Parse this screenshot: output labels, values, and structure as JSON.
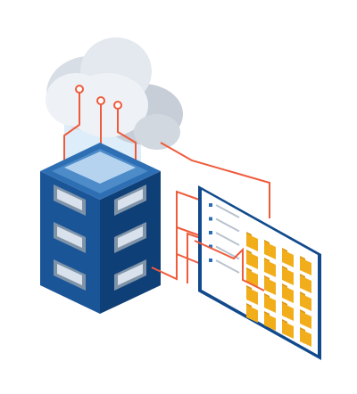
{
  "illustration": {
    "subject": "cloud-server-file-sync",
    "icons": {
      "cloud": "cloud-icon",
      "server": "server-rack-icon",
      "panel": "file-browser-panel-icon",
      "folder": "folder-icon",
      "connector": "circuit-line-icon"
    },
    "server_units": 3,
    "panel_list_rows": 5,
    "folder_count": 20,
    "colors": {
      "background": "#ffffff",
      "cloud_light": "#eef1f5",
      "cloud_shadow": "#c7ced8",
      "server_top": "#2e6fb3",
      "server_front": "#1a5598",
      "server_side": "#0f3f77",
      "server_slot": "#7f93a8",
      "server_slot_inner": "#d9e2ec",
      "beam": "#cfe5f7",
      "connector": "#ef5b3b",
      "panel_border": "#114a8c",
      "panel_fill": "#ffffff",
      "panel_lines": "#b8c3cf",
      "panel_bullet": "#2a6db5",
      "folder": "#f2ad1b",
      "folder_tab": "#d9970f"
    }
  }
}
